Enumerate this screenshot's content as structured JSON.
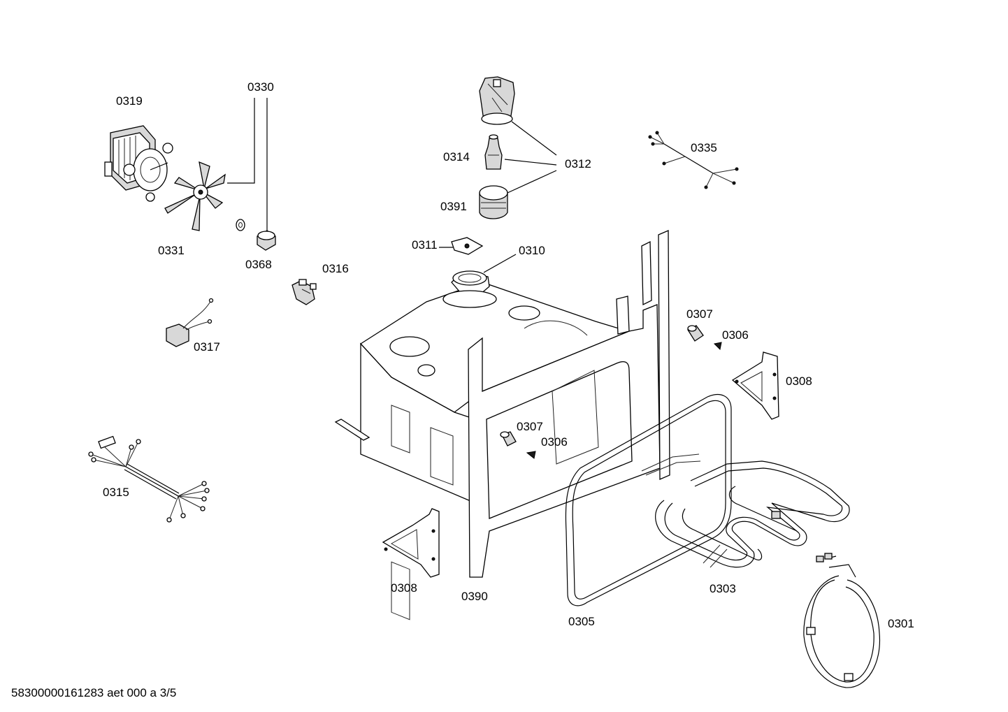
{
  "labels": {
    "p0319": "0319",
    "p0330": "0330",
    "p0331": "0331",
    "p0368": "0368",
    "p0316": "0316",
    "p0317": "0317",
    "p0315": "0315",
    "p0314": "0314",
    "p0312": "0312",
    "p0391": "0391",
    "p0311": "0311",
    "p0310": "0310",
    "p0335": "0335",
    "p0307a": "0307",
    "p0306a": "0306",
    "p0308a": "0308",
    "p0307b": "0307",
    "p0306b": "0306",
    "p0308b": "0308",
    "p0390": "0390",
    "p0305": "0305",
    "p0303": "0303",
    "p0301": "0301"
  },
  "footer": "58300000161283 aet 000 a 3/5"
}
